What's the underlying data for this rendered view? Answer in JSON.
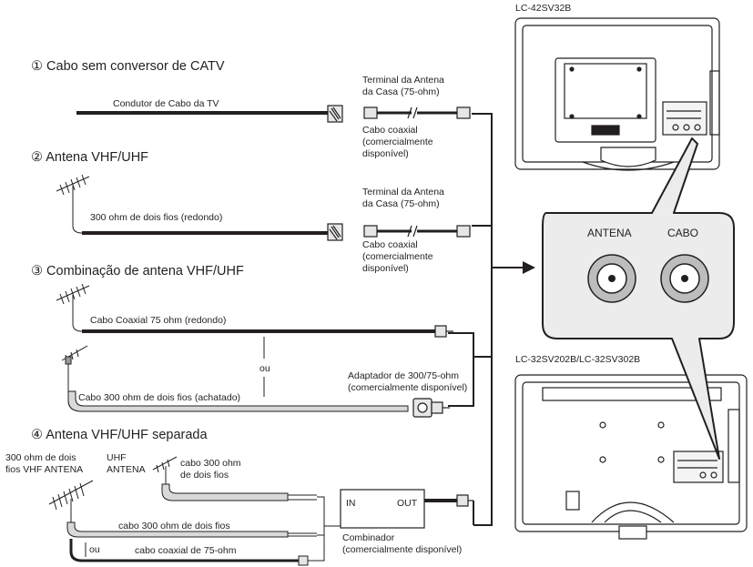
{
  "models": {
    "top": "LC-42SV32B",
    "bottom": "LC-32SV202B/LC-32SV302B"
  },
  "panel": {
    "antenna": "ANTENA",
    "cable": "CABO"
  },
  "section1": {
    "title": "① Cabo sem conversor de CATV",
    "wire": "Condutor de Cabo da TV"
  },
  "section2": {
    "title": "② Antena VHF/UHF",
    "wire": "300 ohm de dois fios (redondo)"
  },
  "section3": {
    "title": "③ Combinação de antena VHF/UHF",
    "wire_a": "Cabo Coaxial 75 ohm (redondo)",
    "or": "ou",
    "wire_b": "Cabo 300 ohm de dois fios (achatado)",
    "adapter": [
      "Adaptador de 300/75-ohm",
      "(comercialmente disponível)"
    ]
  },
  "section4": {
    "title": "④ Antena VHF/UHF separada",
    "vhf": [
      "300 ohm de dois",
      "fios VHF ANTENA"
    ],
    "uhf": [
      "UHF",
      "ANTENA"
    ],
    "uhf_wire": [
      "cabo 300 ohm",
      "de dois fios"
    ],
    "vhf_wire": "cabo 300 ohm de dois fios",
    "or": "ou",
    "coax_wire": "cabo coaxial de 75-ohm",
    "combiner_in": "IN",
    "combiner_out": "OUT",
    "combiner": [
      "Combinador",
      "(comercialmente disponível)"
    ]
  },
  "terminal": [
    "Terminal da Antena",
    "da Casa (75-ohm)"
  ],
  "coax": [
    "Cabo coaxial",
    "(comercialmente",
    "disponível)"
  ],
  "colors": {
    "line": "#231f20",
    "cable_fill": "#d9d9d9",
    "panel_fill": "#ececec"
  }
}
